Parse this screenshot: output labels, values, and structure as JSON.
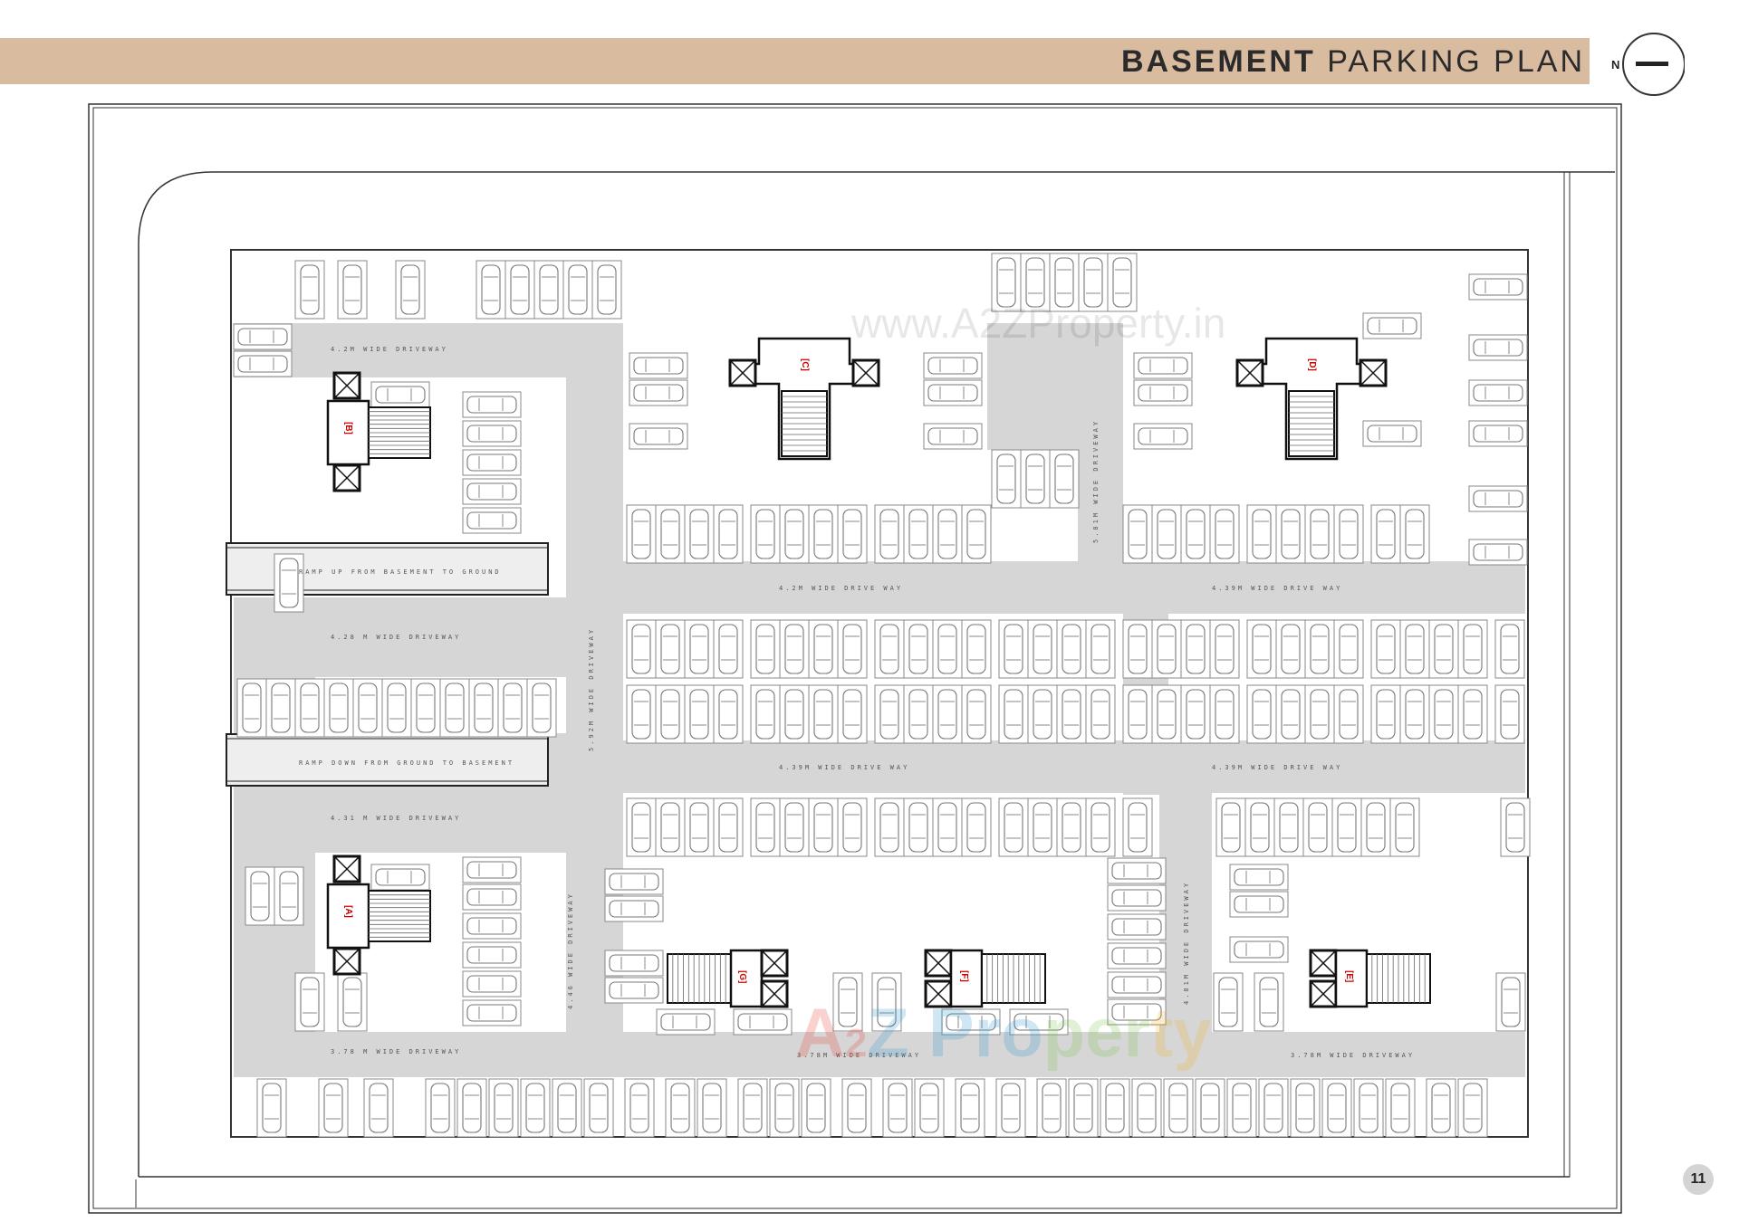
{
  "header": {
    "title_bold": "BASEMENT",
    "title_rest": "PARKING PLAN",
    "band_color": "#d9bba0"
  },
  "compass": {
    "label": "N"
  },
  "page_number": "11",
  "watermark": {
    "url": "www.A2ZProperty.in",
    "logo_a": "A",
    "logo_2": "2",
    "logo_z": "Z",
    "logo_pro": "Pro",
    "logo_per": "per",
    "logo_ty": "ty"
  },
  "cores": [
    "[A]",
    "[B]",
    "[C]",
    "[D]",
    "[E]",
    "[F]",
    "[G]"
  ],
  "driveways": {
    "d_top_left": "4.2M WIDE DRIVEWAY",
    "ramp_up": "RAMP UP FROM BASEMENT TO GROUND",
    "d_mid_left": "4.28 M WIDE DRIVEWAY",
    "ramp_down": "RAMP DOWN FROM GROUND TO BASEMENT",
    "d_low_left": "4.31 M WIDE DRIVEWAY",
    "d_bottom_left": "3.78 M WIDE DRIVEWAY",
    "d_vertical_center": "5.92M WIDE DRIVEWAY",
    "d_vertical_low": "4.46 WIDE DRIVEWAY",
    "d_vertical_top": "5.81M WIDE DRIVEWAY",
    "d_vertical_right": "4.81M WIDE DRIVEWAY",
    "d_upper_center": "4.2M WIDE DRIVE WAY",
    "d_upper_right": "4.39M WIDE DRIVE WAY",
    "d_middle_center": "4.39M WIDE DRIVE WAY",
    "d_middle_right": "4.39M WIDE DRIVE WAY",
    "d_bottom_center": "3.78M WIDE DRIVEWAY",
    "d_bottom_right": "3.78M WIDE DRIVEWAY"
  }
}
